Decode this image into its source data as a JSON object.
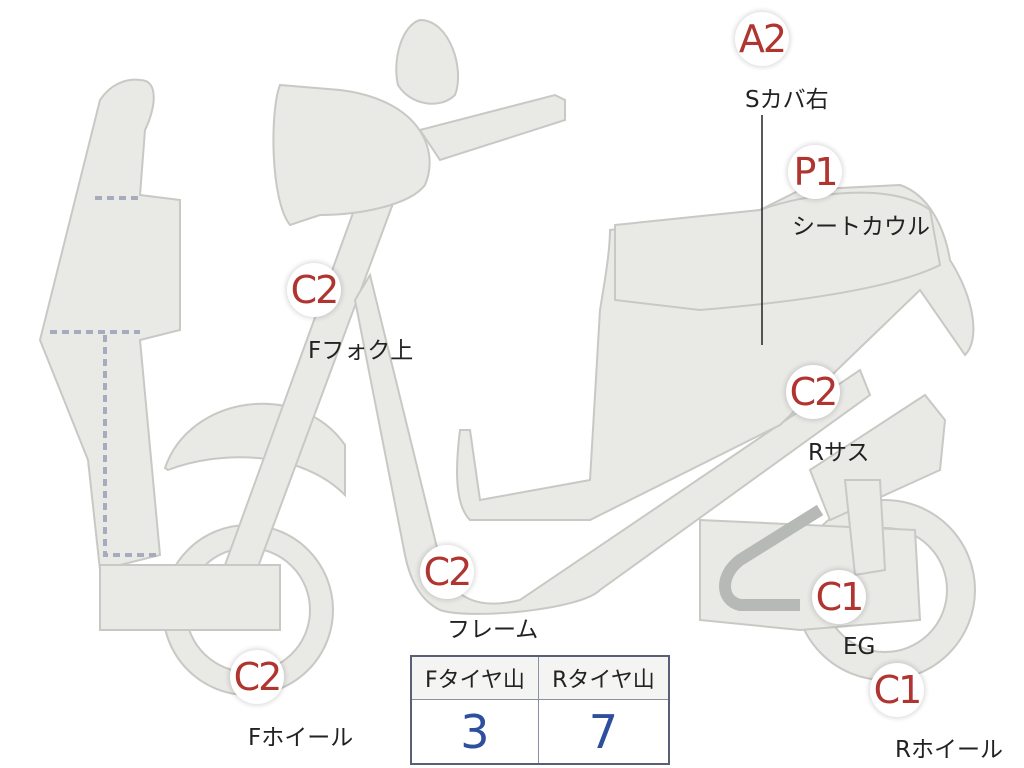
{
  "parts": [
    {
      "id": "a2",
      "code": "A2",
      "label": "Sカバ右"
    },
    {
      "id": "p1",
      "code": "P1",
      "label": "シートカウル"
    },
    {
      "id": "c2-ffork",
      "code": "C2",
      "label": "Fフォク上"
    },
    {
      "id": "c2-rsus",
      "code": "C2",
      "label": "Rサス"
    },
    {
      "id": "c2-frame",
      "code": "C2",
      "label": "フレーム"
    },
    {
      "id": "c1-eg",
      "code": "C1",
      "label": "EG"
    },
    {
      "id": "c2-fwheel",
      "code": "C2",
      "label": "Fホイール"
    },
    {
      "id": "c1-rwheel",
      "code": "C1",
      "label": "Rホイール"
    }
  ],
  "tire_table": {
    "headers": [
      "Fタイヤ山",
      "Rタイヤ山"
    ],
    "values": [
      "3",
      "7"
    ]
  },
  "colors": {
    "part_fill": "#e9e9e6",
    "badge_text": "#b0342f",
    "table_value": "#2d4f9e",
    "table_border": "#5a5f78"
  }
}
